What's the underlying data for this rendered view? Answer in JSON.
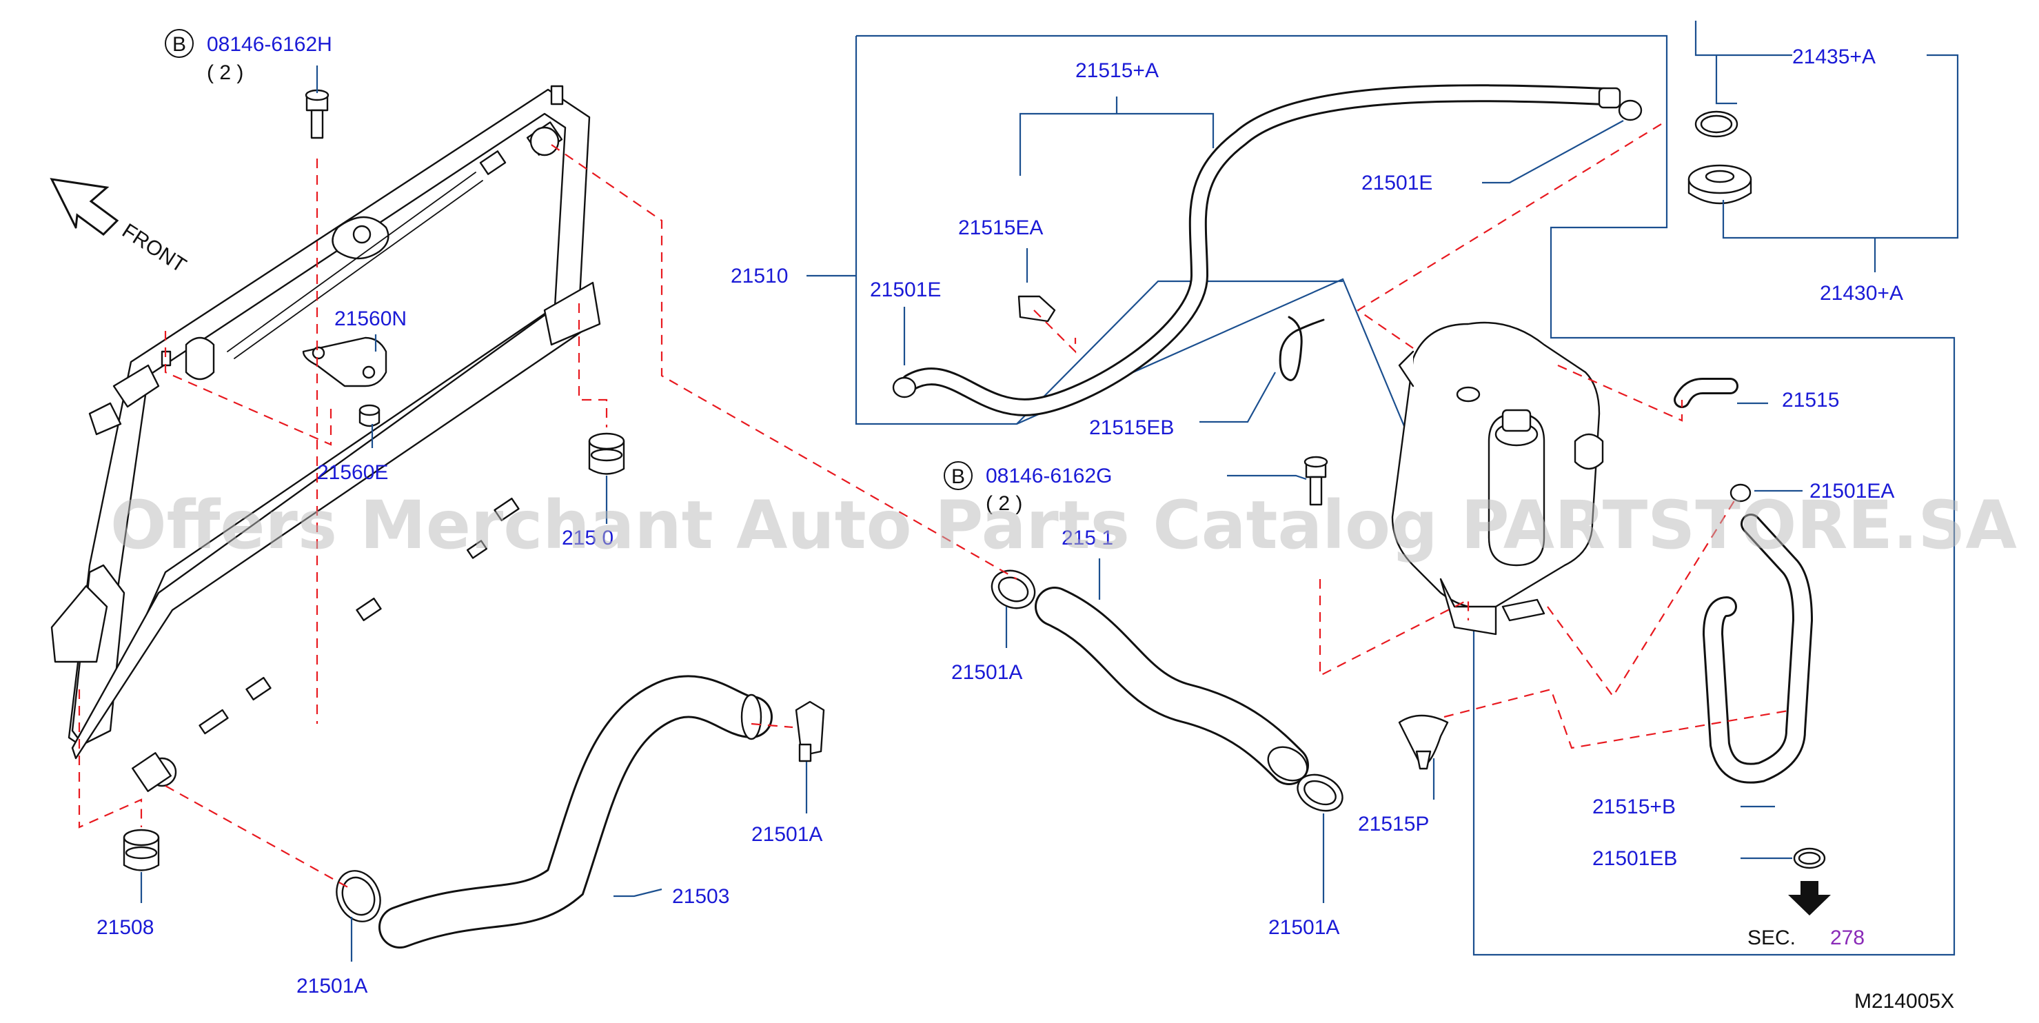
{
  "colors": {
    "label": "#1a1ad6",
    "leader": "#1b4f8f",
    "dashed": "#e8191f",
    "section": "#8a2bb8",
    "watermark": "#b9b9b9"
  },
  "watermark": "Offers Merchant Auto Parts Catalog PARTSTORE.SA",
  "front_label": "FRONT",
  "bolt_b_marker": "B",
  "labels": {
    "bolt_h": "08146-6162H",
    "bolt_h_qty": "( 2 )",
    "bolt_g": "08146-6162G",
    "bolt_g_qty": "( 2 )",
    "p21560N": "21560N",
    "p21560E": "21560E",
    "p21508_upper": "215 0",
    "p21508": "21508",
    "p21501A_1": "21501A",
    "p21501A_2": "21501A",
    "p21501A_3": "21501A",
    "p21501A_4": "21501A",
    "p21503": "21503",
    "p21501": "215 1",
    "p21510": "21510",
    "p21515A": "21515+A",
    "p21515EA": "21515EA",
    "p21501E_1": "21501E",
    "p21501E_2": "21501E",
    "p21515EB": "21515EB",
    "p21435A": "21435+A",
    "p21430A": "21430+A",
    "p21515": "21515",
    "p21501EA": "21501EA",
    "p21515P": "21515P",
    "p21515B": "21515+B",
    "p21501EB": "21501EB",
    "sec_label": "SEC.",
    "sec_number": "278",
    "diagram_code": "M214005X"
  },
  "icons": [
    "front-arrow-icon",
    "section-arrow-icon"
  ]
}
